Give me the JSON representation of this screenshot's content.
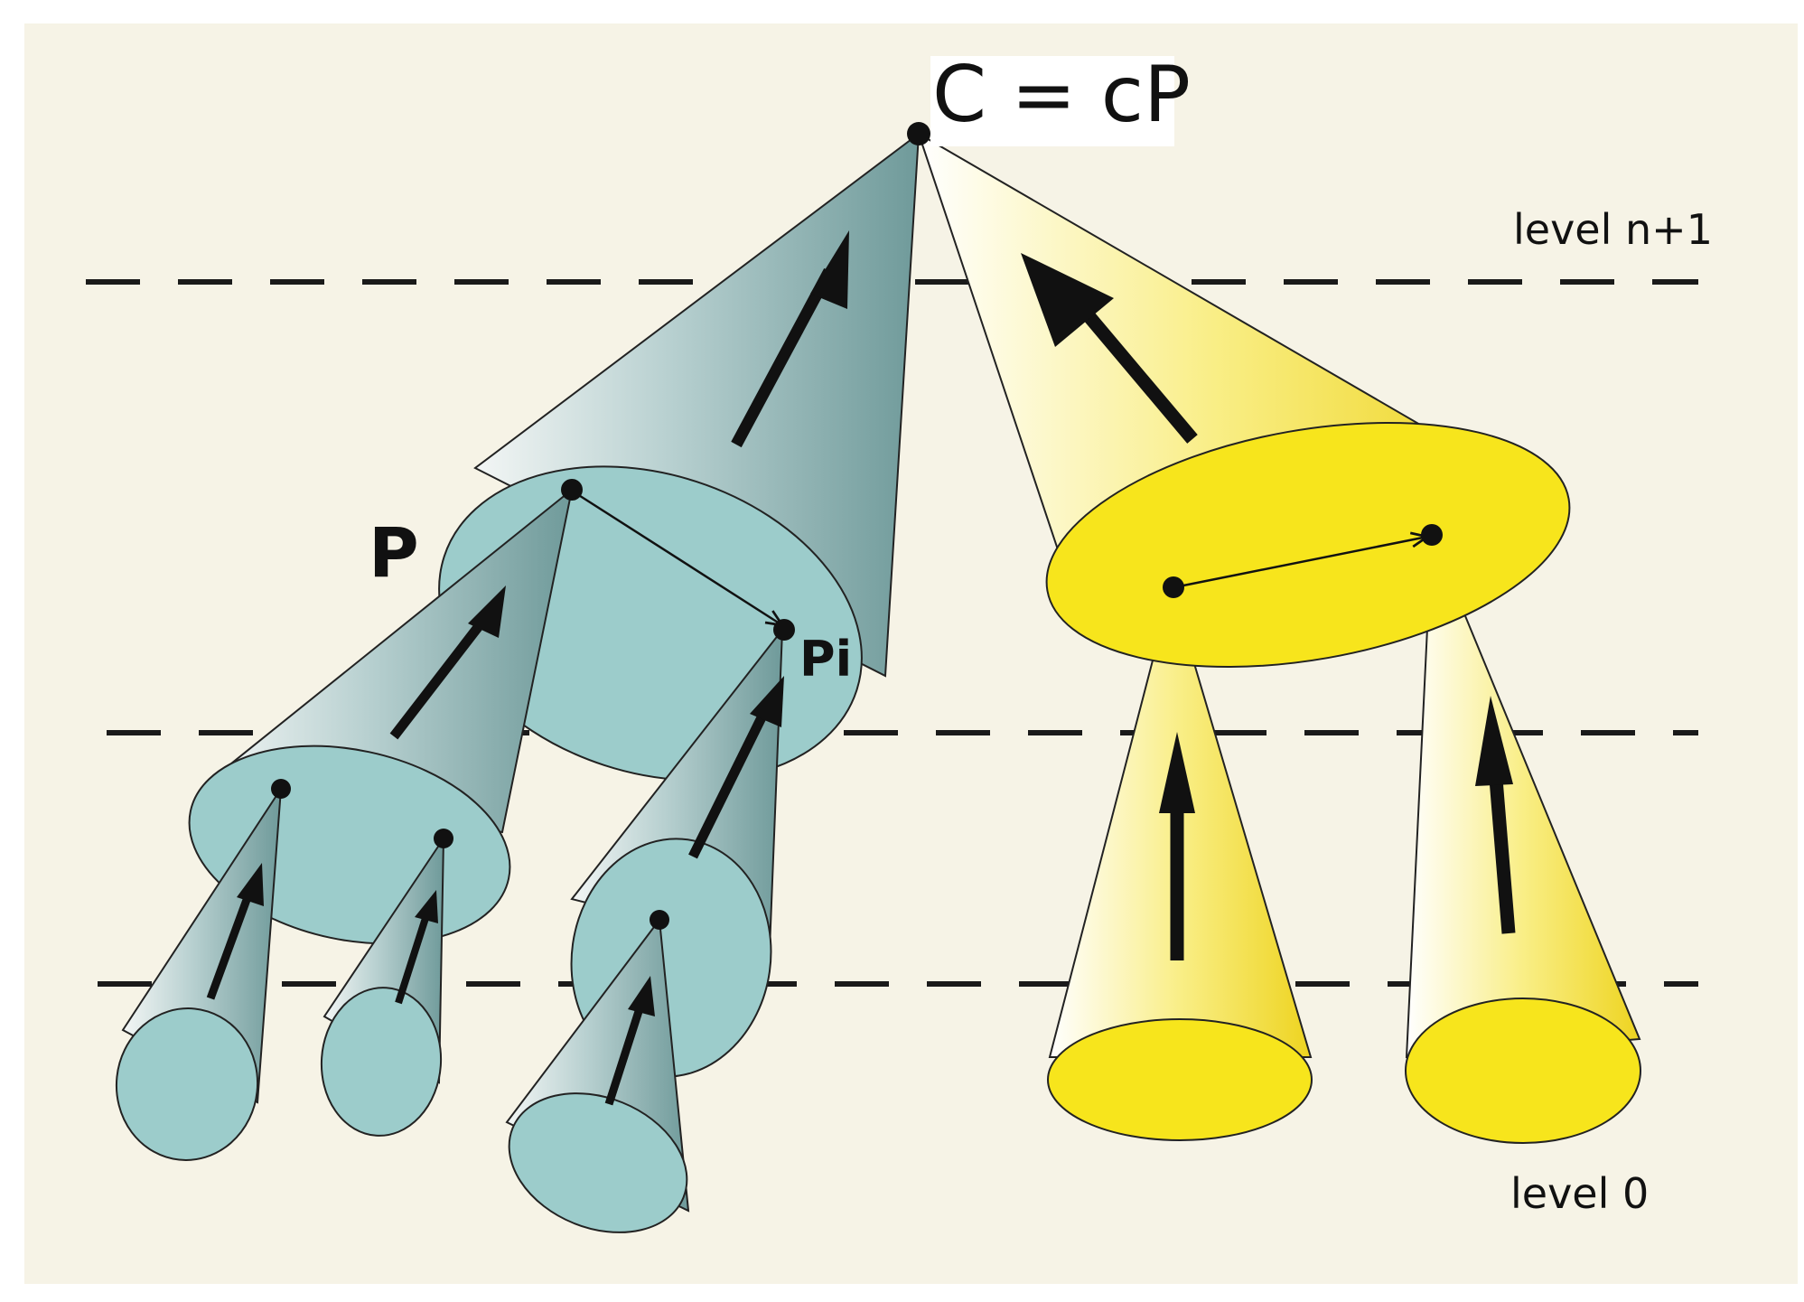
{
  "labels": {
    "apex": "C = cP",
    "level_top": "level n+1",
    "level_bottom": "level 0",
    "node_p": "P",
    "node_pi": "Pi"
  },
  "colors": {
    "background": "#f6f3e6",
    "blue_cone": "#9ccccb",
    "blue_cone_dark": "#6f9a9a",
    "yellow_cone": "#f7e51c",
    "yellow_cone_light": "#fbf6c8",
    "ink": "#111111"
  }
}
